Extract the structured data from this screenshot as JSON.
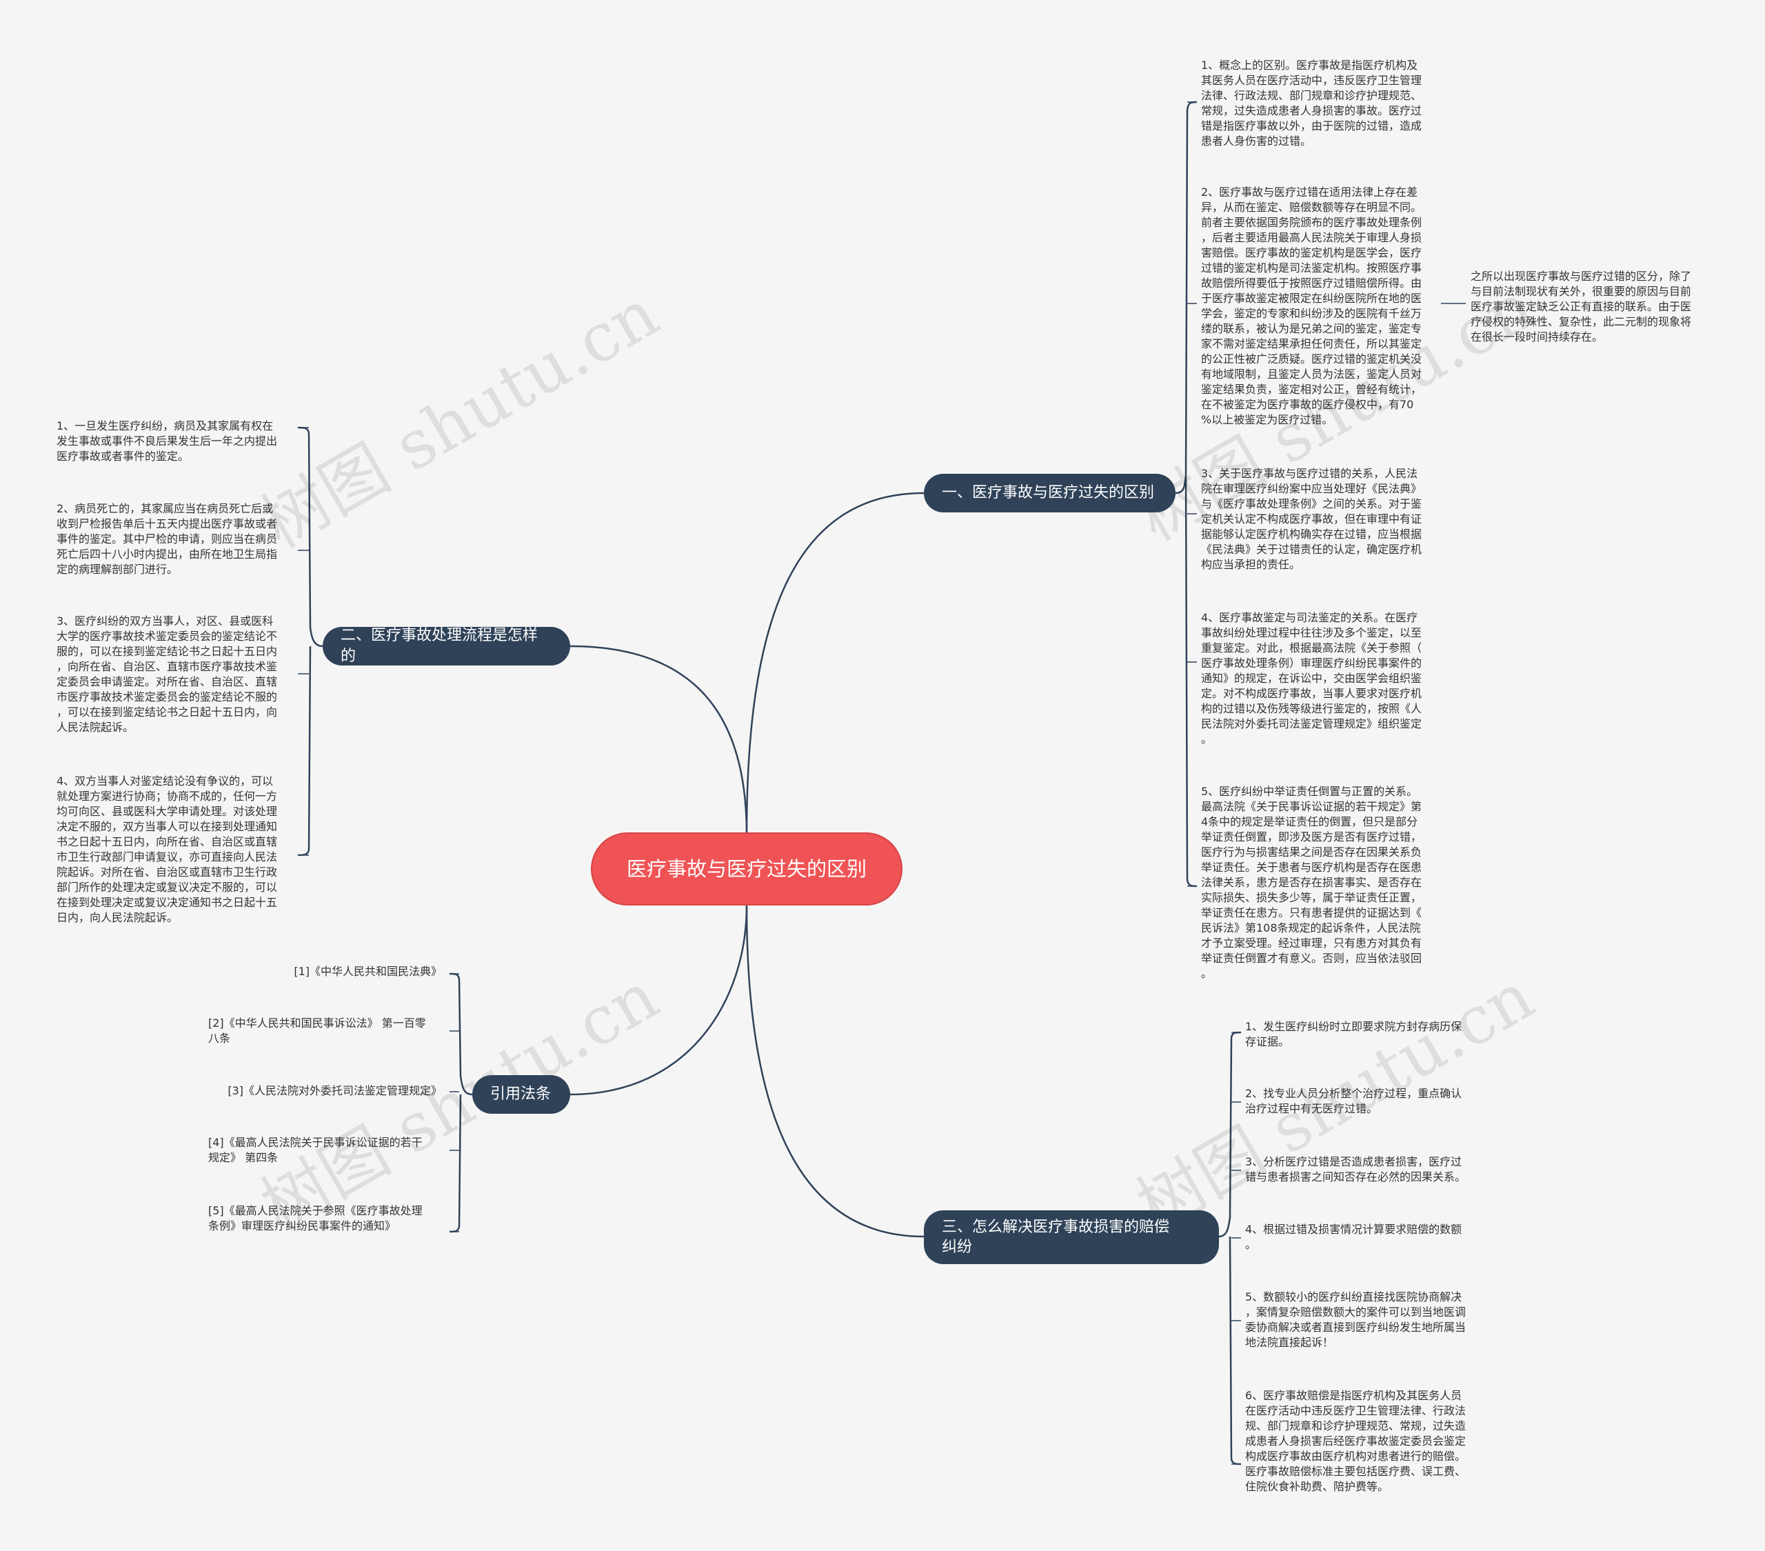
{
  "root": "医疗事故与医疗过失的区别",
  "watermark": "树图 shutu.cn",
  "colors": {
    "root": "#f05355",
    "topic": "#2f4258",
    "line": "#2f4258",
    "background": "#f5f5f5"
  },
  "topics": {
    "t1": {
      "label": "一、医疗事故与医疗过失的区别",
      "items": [
        "1、概念上的区别。医疗事故是指医疗机构及\n其医务人员在医疗活动中，违反医疗卫生管理\n法律、行政法规、部门规章和诊疗护理规范、\n常规，过失造成患者人身损害的事故。医疗过\n错是指医疗事故以外，由于医院的过错，造成\n患者人身伤害的过错。",
        "2、医疗事故与医疗过错在适用法律上存在差\n异，从而在鉴定、赔偿数额等存在明显不同。\n前者主要依据国务院颁布的医疗事故处理条例\n，后者主要适用最高人民法院关于审理人身损\n害赔偿。医疗事故的鉴定机构是医学会，医疗\n过错的鉴定机构是司法鉴定机构。按照医疗事\n故赔偿所得要低于按照医疗过错赔偿所得。由\n于医疗事故鉴定被限定在纠纷医院所在地的医\n学会，鉴定的专家和纠纷涉及的医院有千丝万\n缕的联系，被认为是兄弟之间的鉴定，鉴定专\n家不需对鉴定结果承担任何责任，所以其鉴定\n的公正性被广泛质疑。医疗过错的鉴定机关没\n有地域限制，且鉴定人员为法医，鉴定人员对\n鉴定结果负责，鉴定相对公正，曾经有统计，\n在不被鉴定为医疗事故的医疗侵权中，有70\n%以上被鉴定为医疗过错。",
        "3、关于医疗事故与医疗过错的关系，人民法\n院在审理医疗纠纷案中应当处理好《民法典》\n与《医疗事故处理条例》之间的关系。对于鉴\n定机关认定不构成医疗事故，但在审理中有证\n据能够认定医疗机构确实存在过错，应当根据\n《民法典》关于过错责任的认定，确定医疗机\n构应当承担的责任。",
        "4、医疗事故鉴定与司法鉴定的关系。在医疗\n事故纠纷处理过程中往往涉及多个鉴定，以至\n重复鉴定。对此，根据最高法院《关于参照（\n医疗事故处理条例）审理医疗纠纷民事案件的\n通知》的规定，在诉讼中，交由医学会组织鉴\n定。对不构成医疗事故，当事人要求对医疗机\n构的过错以及伤残等级进行鉴定的，按照《人\n民法院对外委托司法鉴定管理规定》组织鉴定\n。",
        "5、医疗纠纷中举证责任倒置与正置的关系。\n最高法院《关于民事诉讼证据的若干规定》第\n4条中的规定是举证责任的倒置，但只是部分\n举证责任倒置，即涉及医方是否有医疗过错，\n医疗行为与损害结果之间是否存在因果关系负\n举证责任。关于患者与医疗机构是否存在医患\n法律关系，患方是否存在损害事实、是否存在\n实际损失、损失多少等，属于举证责任正置，\n举证责任在患方。只有患者提供的证据达到《\n民诉法》第108条规定的起诉条件，人民法院\n才予立案受理。经过审理，只有患方对其负有\n举证责任倒置才有意义。否则，应当依法驳回\n。"
      ],
      "note": "之所以出现医疗事故与医疗过错的区分，除了\n与目前法制现状有关外，很重要的原因与目前\n医疗事故鉴定缺乏公正有直接的联系。由于医\n疗侵权的特殊性、复杂性，此二元制的现象将\n在很长一段时间持续存在。"
    },
    "t2": {
      "label": "二、医疗事故处理流程是怎样的",
      "items": [
        "1、一旦发生医疗纠纷，病员及其家属有权在\n发生事故或事件不良后果发生后一年之内提出\n医疗事故或者事件的鉴定。",
        "2、病员死亡的，其家属应当在病员死亡后或\n收到尸检报告单后十五天内提出医疗事故或者\n事件的鉴定。其中尸检的申请，则应当在病员\n死亡后四十八小时内提出，由所在地卫生局指\n定的病理解剖部门进行。",
        "3、医疗纠纷的双方当事人，对区、县或医科\n大学的医疗事故技术鉴定委员会的鉴定结论不\n服的，可以在接到鉴定结论书之日起十五日内\n，向所在省、自治区、直辖市医疗事故技术鉴\n定委员会申请鉴定。对所在省、自治区、直辖\n市医疗事故技术鉴定委员会的鉴定结论不服的\n，可以在接到鉴定结论书之日起十五日内，向\n人民法院起诉。",
        "4、双方当事人对鉴定结论没有争议的，可以\n就处理方案进行协商；协商不成的，任何一方\n均可向区、县或医科大学申请处理。对该处理\n决定不服的，双方当事人可以在接到处理通知\n书之日起十五日内，向所在省、自治区或直辖\n市卫生行政部门申请复议，亦可直接向人民法\n院起诉。对所在省、自治区或直辖市卫生行政\n部门所作的处理决定或复议决定不服的，可以\n在接到处理决定或复议决定通知书之日起十五\n日内，向人民法院起诉。"
      ]
    },
    "t3": {
      "label": "三、怎么解决医疗事故损害的赔偿\n纠纷",
      "items": [
        "1、发生医疗纠纷时立即要求院方封存病历保\n存证据。",
        "2、找专业人员分析整个治疗过程，重点确认\n治疗过程中有无医疗过错。",
        "3、分析医疗过错是否造成患者损害，医疗过\n错与患者损害之间知否存在必然的因果关系。",
        "4、根据过错及损害情况计算要求赔偿的数额\n。",
        "5、数额较小的医疗纠纷直接找医院协商解决\n，案情复杂赔偿数额大的案件可以到当地医调\n委协商解决或者直接到医疗纠纷发生地所属当\n地法院直接起诉！",
        "6、医疗事故赔偿是指医疗机构及其医务人员\n在医疗活动中违反医疗卫生管理法律、行政法\n规、部门规章和诊疗护理规范、常规，过失造\n成患者人身损害后经医疗事故鉴定委员会鉴定\n构成医疗事故由医疗机构对患者进行的赔偿。\n医疗事故赔偿标准主要包括医疗费、误工费、\n住院伙食补助费、陪护费等。"
      ]
    },
    "t4": {
      "label": "引用法条",
      "items": [
        "[1]《中华人民共和国民法典》",
        "[2]《中华人民共和国民事诉讼法》 第一百零\n八条",
        "[3]《人民法院对外委托司法鉴定管理规定》",
        "[4]《最高人民法院关于民事诉讼证据的若干\n规定》 第四条",
        "[5]《最高人民法院关于参照《医疗事故处理\n条例》审理医疗纠纷民事案件的通知》"
      ]
    }
  }
}
